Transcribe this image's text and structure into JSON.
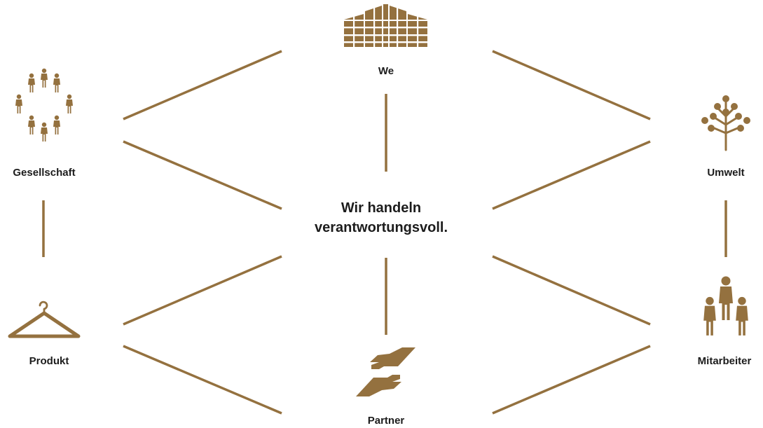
{
  "colors": {
    "accent": "#94713f",
    "text": "#1c1c1c",
    "background": "#ffffff"
  },
  "center": {
    "line1": "Wir handeln",
    "line2": "verantwortungsvoll."
  },
  "nodes": {
    "we": {
      "label": "We",
      "icon": "building-icon"
    },
    "gesellschaft": {
      "label": "Gesellschaft",
      "icon": "people-circle-icon"
    },
    "umwelt": {
      "label": "Umwelt",
      "icon": "tree-icon"
    },
    "produkt": {
      "label": "Produkt",
      "icon": "clothes-hanger-icon"
    },
    "mitarbeiter": {
      "label": "Mitarbeiter",
      "icon": "employees-icon"
    },
    "partner": {
      "label": "Partner",
      "icon": "handshake-icon"
    }
  }
}
